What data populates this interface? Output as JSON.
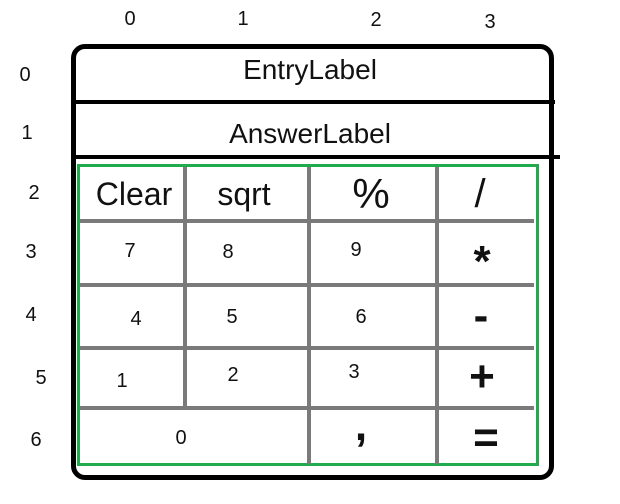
{
  "columns": [
    "0",
    "1",
    "2",
    "3"
  ],
  "rows": [
    "0",
    "1",
    "2",
    "3",
    "4",
    "5",
    "6"
  ],
  "entry_label": "EntryLabel",
  "answer_label": "AnswerLabel",
  "keys": {
    "clear": "Clear",
    "sqrt": "sqrt",
    "percent": "%",
    "divide": "/",
    "seven": "7",
    "eight": "8",
    "nine": "9",
    "multiply": "*",
    "four": "4",
    "five": "5",
    "six": "6",
    "minus": "-",
    "one": "1",
    "two": "2",
    "three": "3",
    "plus": "+",
    "zero": "0",
    "comma": ",",
    "equals": "="
  },
  "colors": {
    "frame": "#000000",
    "grid_border": "#22aa4e",
    "grid_lines": "#7a7a7a"
  }
}
